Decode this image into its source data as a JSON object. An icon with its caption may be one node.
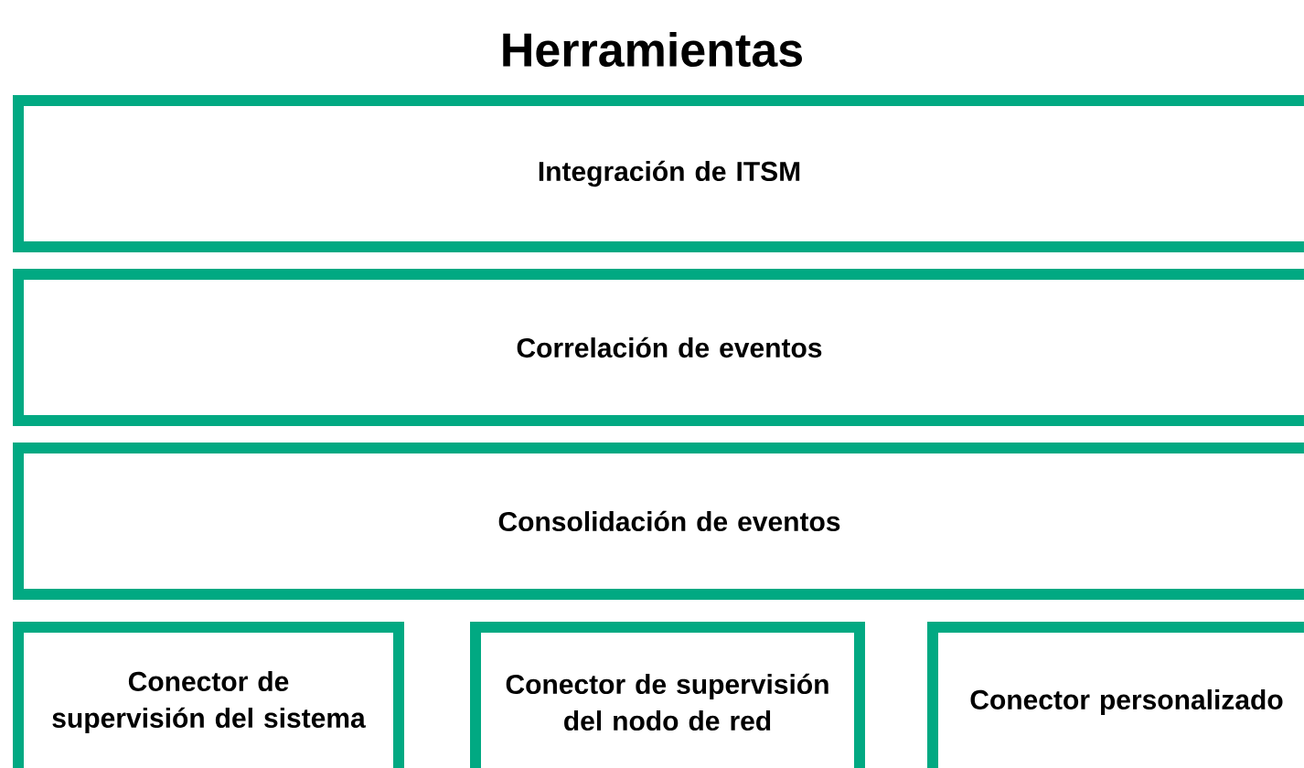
{
  "diagram": {
    "title": "Herramientas",
    "nodes": [
      {
        "text": [
          "Integración de ITSM"
        ]
      },
      {
        "text": [
          "Correlación de eventos"
        ]
      },
      {
        "text": [
          "Consolidación de eventos"
        ]
      },
      {
        "text": [
          "Conector de supervisión del sistema"
        ]
      },
      {
        "text": [
          "Conector de supervisión del nodo de red"
        ]
      },
      {
        "text": [
          "Conector personalizado"
        ]
      }
    ]
  }
}
